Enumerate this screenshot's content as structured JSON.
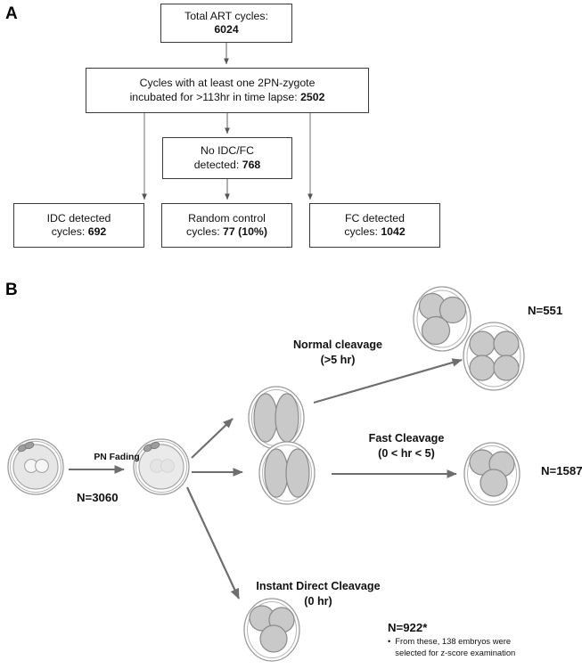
{
  "figure": {
    "panel_a_letter": "A",
    "panel_b_letter": "B"
  },
  "panel_a": {
    "boxes": [
      {
        "id": "total-art-cycles",
        "line1": "Total ART cycles:",
        "line2": "6024"
      },
      {
        "id": "cycles-2pn-zygote",
        "line1": "Cycles with at least one 2PN-zygote",
        "line2_prefix": "incubated for >113hr in time lapse: ",
        "line2_value": "2502"
      },
      {
        "id": "no-idc-fc-detected",
        "line1": "No IDC/FC",
        "line2_prefix": "detected: ",
        "line2_value": "768"
      },
      {
        "id": "idc-detected-cycles",
        "line1": "IDC detected",
        "line2_prefix": "cycles: ",
        "line2_value": "692"
      },
      {
        "id": "random-control-cycles",
        "line1": "Random control",
        "line2_prefix": "cycles: ",
        "line2_value": "77 (10%)"
      },
      {
        "id": "fc-detected-cycles",
        "line1": "FC detected",
        "line2_prefix": "cycles: ",
        "line2_value": "1042"
      }
    ]
  },
  "panel_b": {
    "transition_label": "PN Fading",
    "start_count": "N=3060",
    "branches": [
      {
        "id": "normal-cleavage",
        "title": "Normal cleavage",
        "subtitle": "(>5 hr)",
        "count": "N=551"
      },
      {
        "id": "fast-cleavage",
        "title": "Fast Cleavage",
        "subtitle": "(0 < hr < 5)",
        "count": "N=1587"
      },
      {
        "id": "instant-direct-cleavage",
        "title": "Instant Direct Cleavage",
        "subtitle": "(0 hr)",
        "count": "N=922*"
      }
    ],
    "footnote": {
      "bullet": "•",
      "line1": "From these, 138 embryos were",
      "line2": "selected for z-score examination"
    }
  },
  "colors": {
    "box_border": "#3a3a3a",
    "arrow_gray": "#6e6e6e",
    "connector_gray": "#808080",
    "cell_fill": "#c9c9c9",
    "cell_stroke": "#8a8a8a",
    "zona_stroke": "#9a9a9a",
    "cytoplasm_fill": "#e3e3e3",
    "text": "#111111"
  }
}
